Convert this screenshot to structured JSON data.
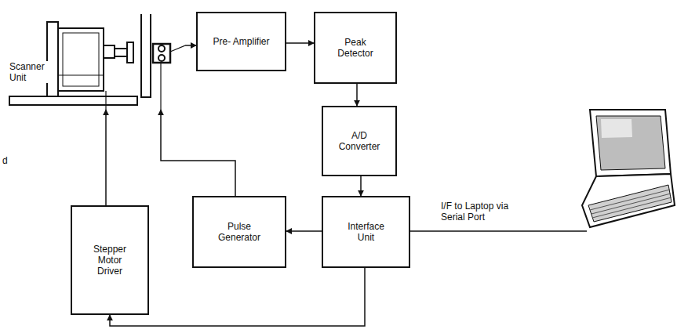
{
  "diagram": {
    "nodes": [
      {
        "text": [
          "Scanner Unit"
        ]
      },
      {
        "text": [
          "Pre- Amplifier"
        ]
      },
      {
        "text": [
          "Peak Detector"
        ]
      },
      {
        "text": [
          "A/D Converter"
        ]
      },
      {
        "text": [
          "Interface Unit"
        ]
      },
      {
        "text": [
          "Pulse Generator"
        ]
      },
      {
        "text": [
          "Stepper Motor Driver"
        ]
      }
    ],
    "edges": [
      {
        "from": 0,
        "to": 1,
        "arrow": "to"
      },
      {
        "from": 1,
        "to": 2,
        "arrow": "to"
      },
      {
        "from": 2,
        "to": 3,
        "arrow": "to"
      },
      {
        "from": 3,
        "to": 4,
        "arrow": "to"
      },
      {
        "from": 4,
        "to": 5,
        "arrow": "to"
      },
      {
        "from": 5,
        "to": 0,
        "arrow": "to"
      },
      {
        "from": 6,
        "to": 0,
        "arrow": "to"
      },
      {
        "from": 4,
        "to": 6,
        "arrow": "to"
      }
    ],
    "labels": [
      "I/F to Laptop via Serial Port",
      "d"
    ]
  }
}
